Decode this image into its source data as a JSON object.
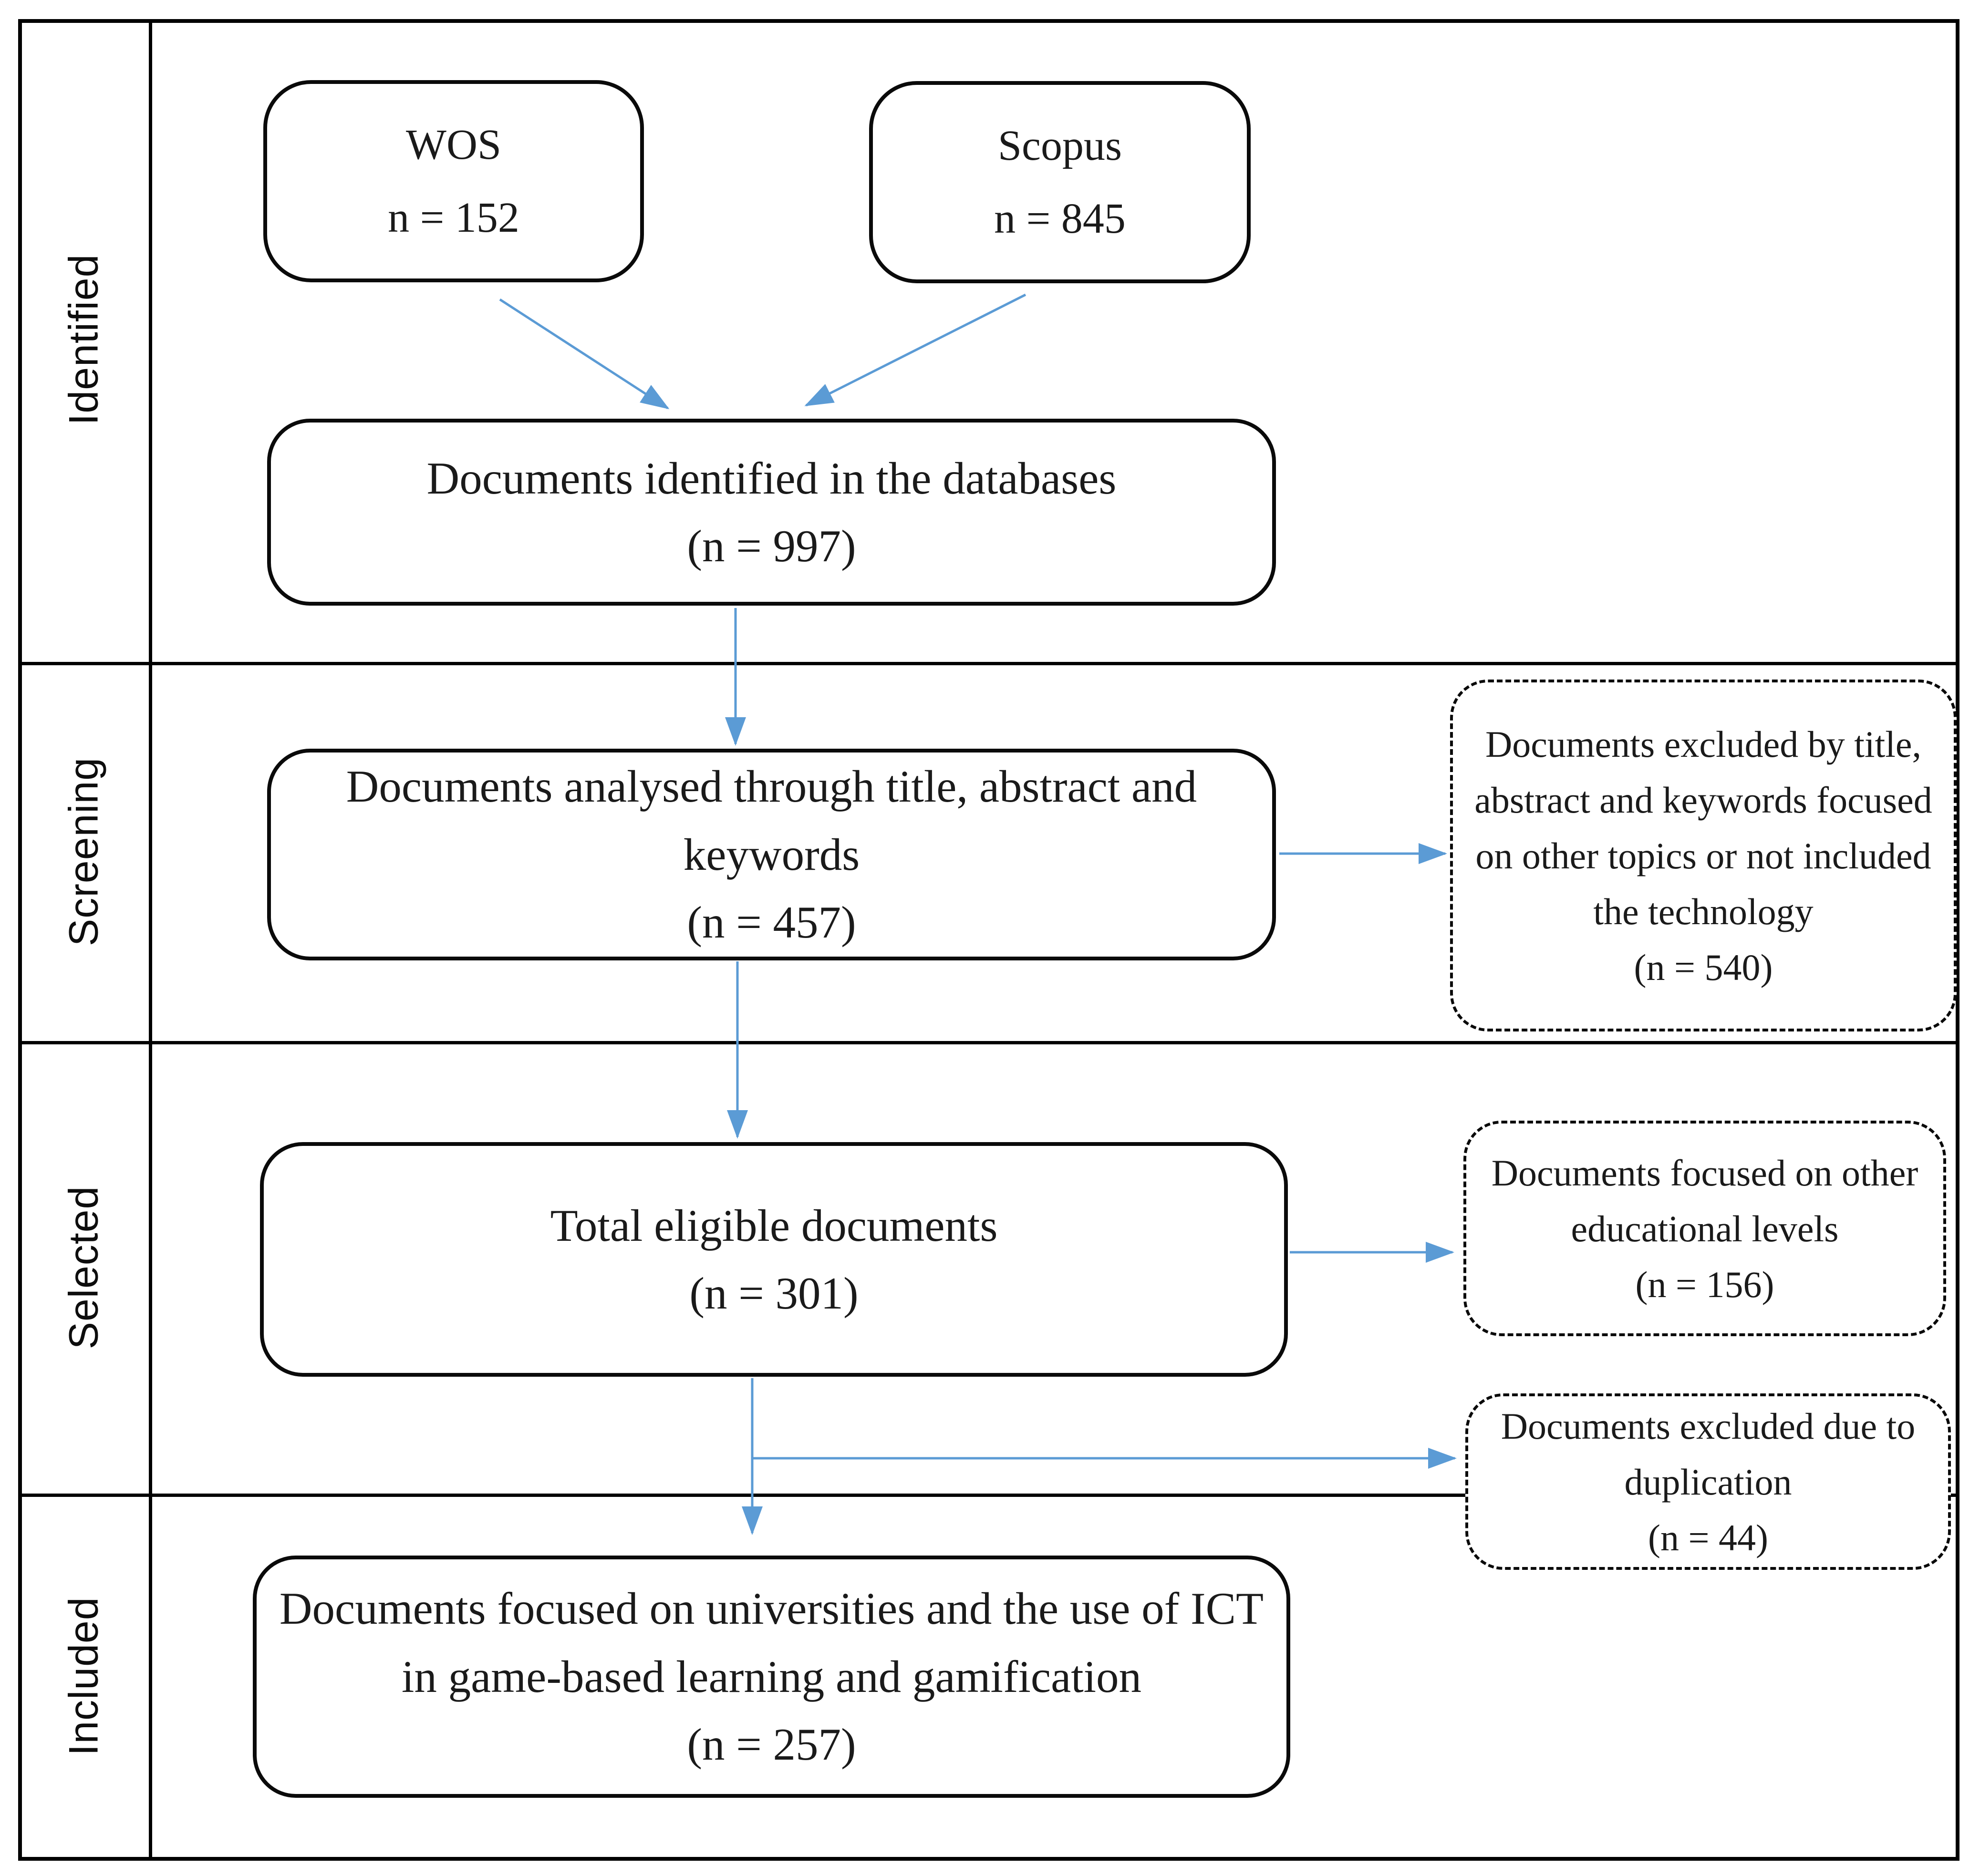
{
  "diagram": {
    "type": "prisma-flowchart",
    "stages": [
      {
        "id": "identified",
        "label": "Identified"
      },
      {
        "id": "screening",
        "label": "Screening"
      },
      {
        "id": "selected",
        "label": "Selected"
      },
      {
        "id": "included",
        "label": "Included"
      }
    ],
    "boxes": {
      "wos": {
        "title": "WOS",
        "count": "n = 152"
      },
      "scopus": {
        "title": "Scopus",
        "count": "n = 845"
      },
      "identified": {
        "title": "Documents identified in the databases",
        "count": "(n = 997)"
      },
      "screening": {
        "title": "Documents analysed through title, abstract and keywords",
        "count": "(n = 457)"
      },
      "excluded_topics": {
        "title": "Documents excluded by title, abstract and keywords focused on other topics or not included the technology",
        "count": "(n = 540)"
      },
      "eligible": {
        "title": "Total eligible documents",
        "count": "(n = 301)"
      },
      "excluded_levels": {
        "title": "Documents focused on other educational levels",
        "count": "(n = 156)"
      },
      "excluded_duplicates": {
        "title": "Documents excluded due to duplication",
        "count": "(n = 44)"
      },
      "included": {
        "title": "Documents focused on universities and the use of ICT in game-based learning and gamification",
        "count": "(n = 257)"
      }
    },
    "colors": {
      "arrow": "#5b9bd5",
      "border": "#000000",
      "text": "#1a1a1a"
    }
  }
}
